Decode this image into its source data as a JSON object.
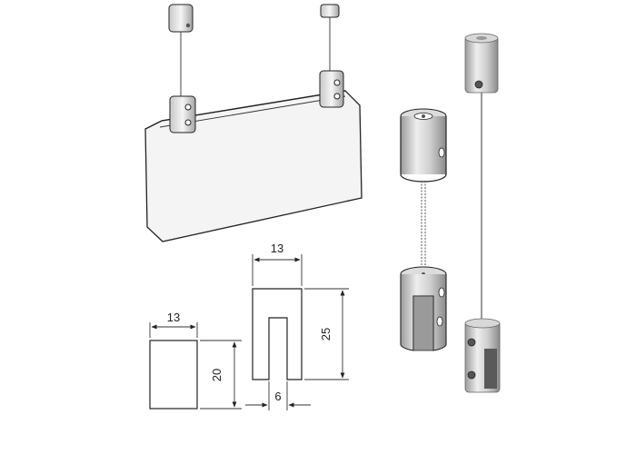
{
  "dimensions": {
    "small_block_width": "13",
    "small_block_height": "20",
    "slotted_block_width": "13",
    "slotted_block_height": "25",
    "slot_width": "6"
  },
  "colors": {
    "metal_light": "#e6e6e6",
    "metal_mid": "#bdbdbd",
    "metal_dark": "#8a8a8a",
    "panel_fill": "#f2f2f2",
    "line": "#222222"
  },
  "icons": {
    "screw": "screw-icon",
    "cable": "cable-icon"
  }
}
